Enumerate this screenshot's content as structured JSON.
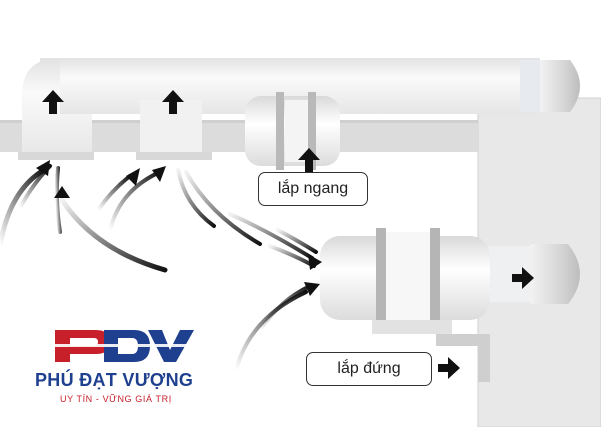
{
  "labels": {
    "horizontal_mount": "lắp ngang",
    "vertical_mount": "lắp đứng"
  },
  "brand": {
    "logo_text": "PDV",
    "name": "PHÚ ĐẠT VƯỢNG",
    "slogan": "UY TÍN - VỮNG GIÁ TRỊ",
    "colors": {
      "blue": "#1f3f8f",
      "red": "#c8202b"
    }
  },
  "colors": {
    "duct": "#efefef",
    "wall": "#e6e6e6",
    "beam": "#dedede",
    "arrow": "#111111"
  }
}
